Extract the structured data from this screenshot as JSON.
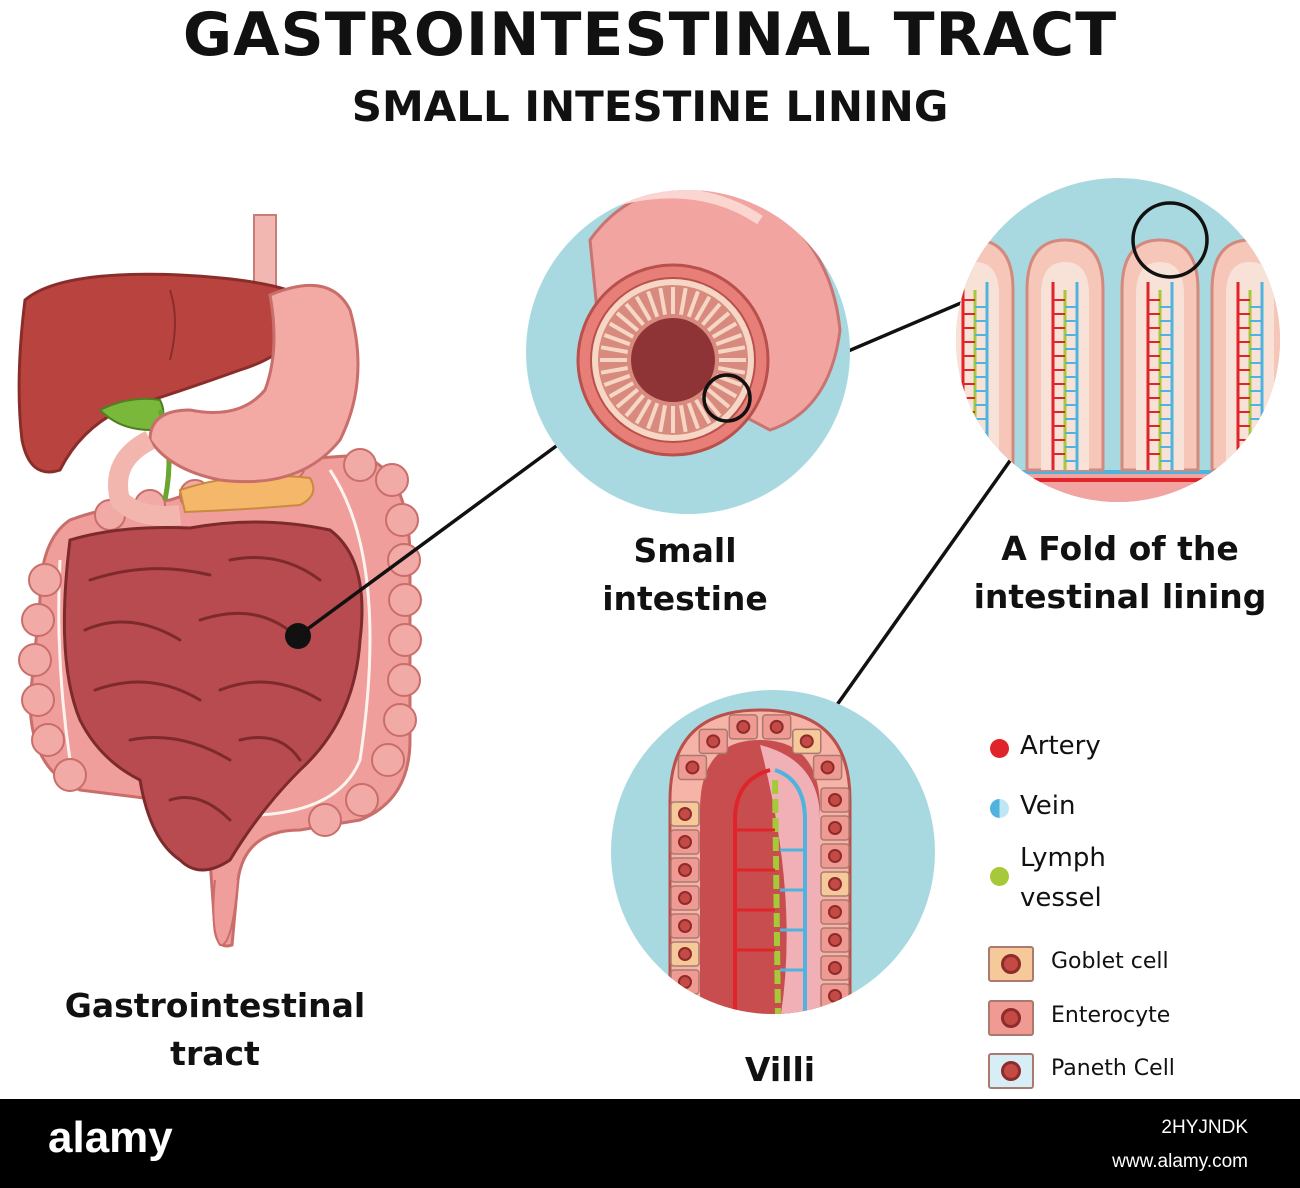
{
  "header": {
    "title": "GASTROINTESTINAL TRACT",
    "subtitle": "SMALL INTESTINE LINING"
  },
  "labels": {
    "gi_tract": "Gastrointestinal tract",
    "small_intestine": "Small intestine",
    "fold": "A Fold of the intestinal lining",
    "villi": "Villi"
  },
  "legend": {
    "vessels": [
      {
        "label": "Artery",
        "color": "#e0252a"
      },
      {
        "label": "Vein",
        "color": "#4fb3e0"
      },
      {
        "label": "Lymph vessel",
        "color": "#a6c93a"
      }
    ],
    "cells": [
      {
        "label": "Goblet cell",
        "color": "#f5c99a"
      },
      {
        "label": "Enterocyte",
        "color": "#ef9a92"
      },
      {
        "label": "Paneth Cell",
        "color": "#d8eef6"
      }
    ]
  },
  "footer": {
    "brand": "alamy",
    "image_id": "2HYJNDK",
    "url": "www.alamy.com"
  },
  "colors": {
    "circle_bg": "#a9d9e0",
    "intestine": "#b84b4f",
    "liver": "#b9443f",
    "colon": "#ef9e9b",
    "stomach": "#f3a9a4"
  }
}
